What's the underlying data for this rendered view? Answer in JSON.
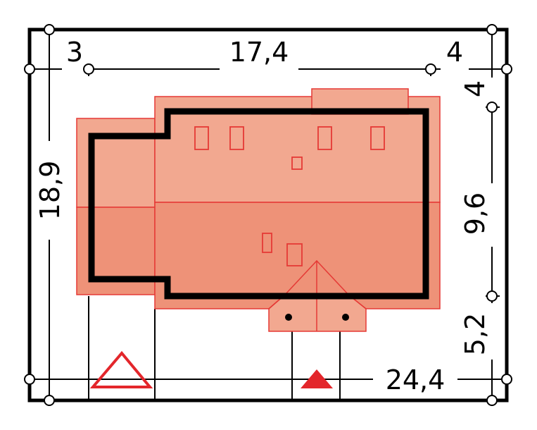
{
  "colors": {
    "background": "#ffffff",
    "frame": "#000000",
    "roof_light": "#f2a890",
    "roof_dark": "#ee9278",
    "roof_edge": "#e53935",
    "wall": "#000000",
    "marker_red": "#e3262b"
  },
  "dimensions": {
    "top_left": "3",
    "top_middle": "17,4",
    "top_right": "4",
    "right_top": "4",
    "right_middle": "9,6",
    "right_bottom": "5,2",
    "left_height": "18,9",
    "bottom_total": "24,4"
  },
  "markers": {
    "entrance_outline": "triangle-outline-icon",
    "entrance_filled": "triangle-filled-icon"
  }
}
